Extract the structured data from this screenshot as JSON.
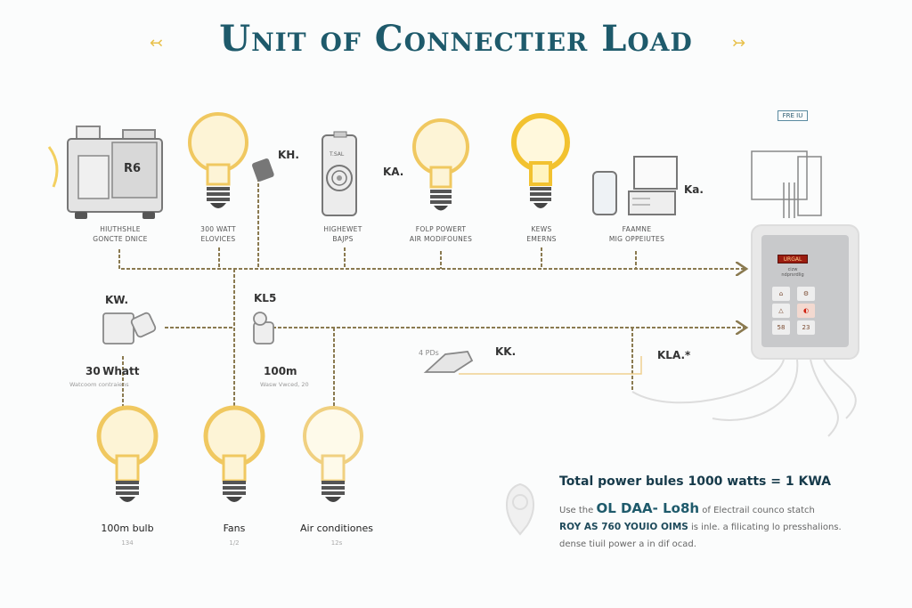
{
  "header": {
    "title": "Unit of Connectier Load",
    "left_ornament": "↢",
    "right_ornament": "↣"
  },
  "top_row": {
    "appliances": [
      {
        "name": "generator",
        "icon": "generator-icon",
        "badge": "R6",
        "caption_line1": "HIUTHSHLE",
        "caption_line2": "GONCTE DNICE"
      },
      {
        "name": "bulb-500w",
        "icon": "bulb-icon",
        "unit_label": "KH.",
        "caption_line1": "300 WATT",
        "caption_line2": "ELOVICES"
      },
      {
        "name": "water-heater",
        "icon": "heater-icon",
        "panel_text": "T.SAL",
        "unit_label": "KA.",
        "caption_line1": "HIGHEWET",
        "caption_line2": "BAJPS"
      },
      {
        "name": "bulb-four-power",
        "icon": "bulb-icon",
        "caption_line1": "FOLP POWERT",
        "caption_line2": "AIR MODIFOUNES"
      },
      {
        "name": "bulb-bright",
        "icon": "bulb-icon",
        "caption_line1": "KEWS",
        "caption_line2": "EMERNS"
      },
      {
        "name": "computer",
        "icon": "computer-icon",
        "unit_label": "Ka.",
        "caption_line1": "FAAMNE",
        "caption_line2": "MIG OPPEIUTES"
      }
    ],
    "meter_tag": "FRE IU"
  },
  "middle_row": {
    "left_device": {
      "unit_label": "KW.",
      "value": "30 Whatt",
      "sub": "Watcoom contraiens"
    },
    "center_device": {
      "unit_label": "KL5",
      "value": "100m",
      "sub": "Wasw Vwced, 20"
    },
    "tool": {
      "label": "4 PDs",
      "unit_label": "KK."
    },
    "right_label": "KLA.*"
  },
  "bottom_bulbs": [
    {
      "label": "100m bulb",
      "sub": "134"
    },
    {
      "label": "Fans",
      "sub": "1/2"
    },
    {
      "label": "Air conditiones",
      "sub": "12s"
    }
  ],
  "panel": {
    "display_text": "URGAL",
    "label_line1": "cizw",
    "label_line2": "ndprsrdlig",
    "buttons": [
      "⌂",
      "⚙",
      "△",
      "◐",
      "58",
      "23"
    ],
    "accent": "#9b1c10"
  },
  "summary": {
    "headline": "Total power bules 1000 watts = 1 KWA",
    "line1_pre": "Use the ",
    "line1_bold": "OL DAA- Lo8h",
    "line1_post": " of Electrail counco statch",
    "line2_bold": "ROY AS 760 YOUIO OIMS",
    "line2_post": " is inle. a filicating lo presshalions.",
    "line3": "dense tiuil power a in dif ocad."
  },
  "colors": {
    "title": "#1e5a6b",
    "bulb_yellow": "#f0c860",
    "bulb_glow": "#fdf4d6",
    "wire_dash": "#8a7a50",
    "ornament": "#e8c04a"
  }
}
